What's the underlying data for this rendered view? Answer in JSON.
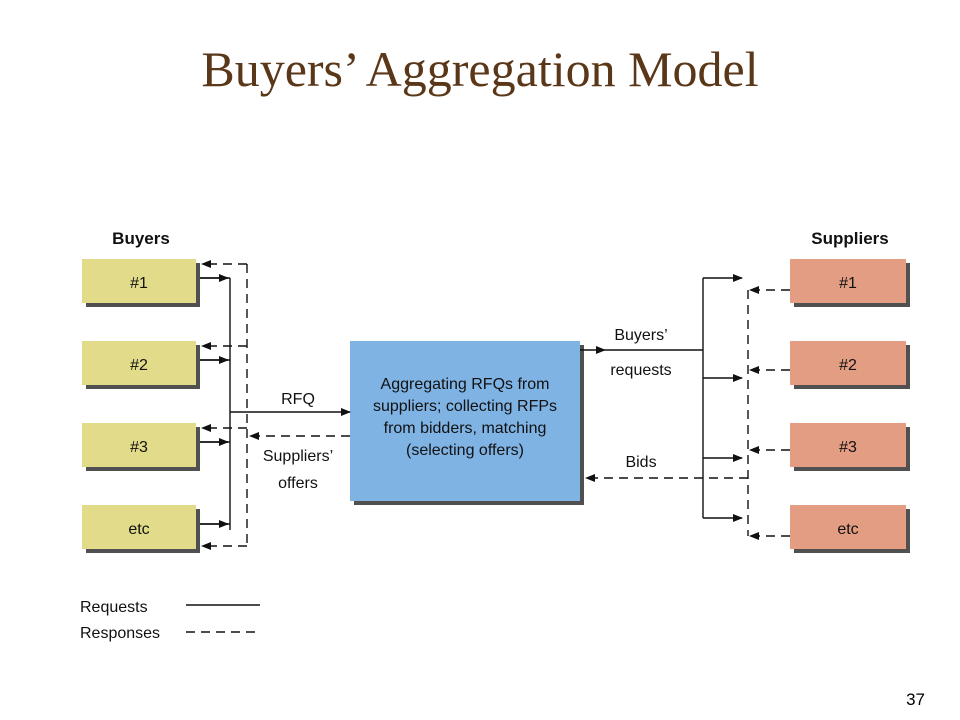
{
  "slide": {
    "title": "Buyers’ Aggregation Model",
    "number": "37"
  },
  "diagram": {
    "buyers_heading": "Buyers",
    "suppliers_heading": "Suppliers",
    "buyers": [
      "#1",
      "#2",
      "#3",
      "etc"
    ],
    "suppliers": [
      "#1",
      "#2",
      "#3",
      "etc"
    ],
    "center_lines": [
      "Aggregating RFQs from",
      "suppliers; collecting RFPs",
      "from bidders, matching",
      "(selecting offers)"
    ],
    "rfq_label": "RFQ",
    "suppliers_offers_lines": [
      "Suppliers’",
      "offers"
    ],
    "buyers_requests_lines": [
      "Buyers’",
      "requests"
    ],
    "bids_label": "Bids",
    "legend": {
      "requests": "Requests",
      "responses": "Responses"
    },
    "colors": {
      "buyer_fill": "#e2dc8a",
      "supplier_fill": "#e39d82",
      "center_fill": "#7fb3e4",
      "box_shadow": "#505050",
      "title": "#5a3718"
    }
  }
}
